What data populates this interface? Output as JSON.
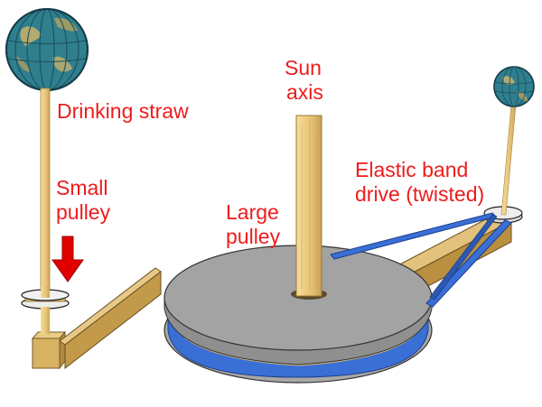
{
  "labels": {
    "drinking_straw": "Drinking straw",
    "small_pulley": [
      "Small",
      "pulley"
    ],
    "sun_axis": [
      "Sun",
      "axis"
    ],
    "large_pulley": [
      "Large",
      "pulley"
    ],
    "elastic_band": [
      "Elastic band",
      "drive (twisted)"
    ]
  },
  "colors": {
    "label": "#ee1c1c",
    "globe_ocean": "#2f7f8f",
    "globe_land": "#c9b26a",
    "straw": "#e8c67a",
    "wood": "#c8a250",
    "disc": "#a3a3a3",
    "band": "#3a6fd6"
  },
  "icons": [
    "earth-globe-icon",
    "red-down-arrow-icon"
  ]
}
